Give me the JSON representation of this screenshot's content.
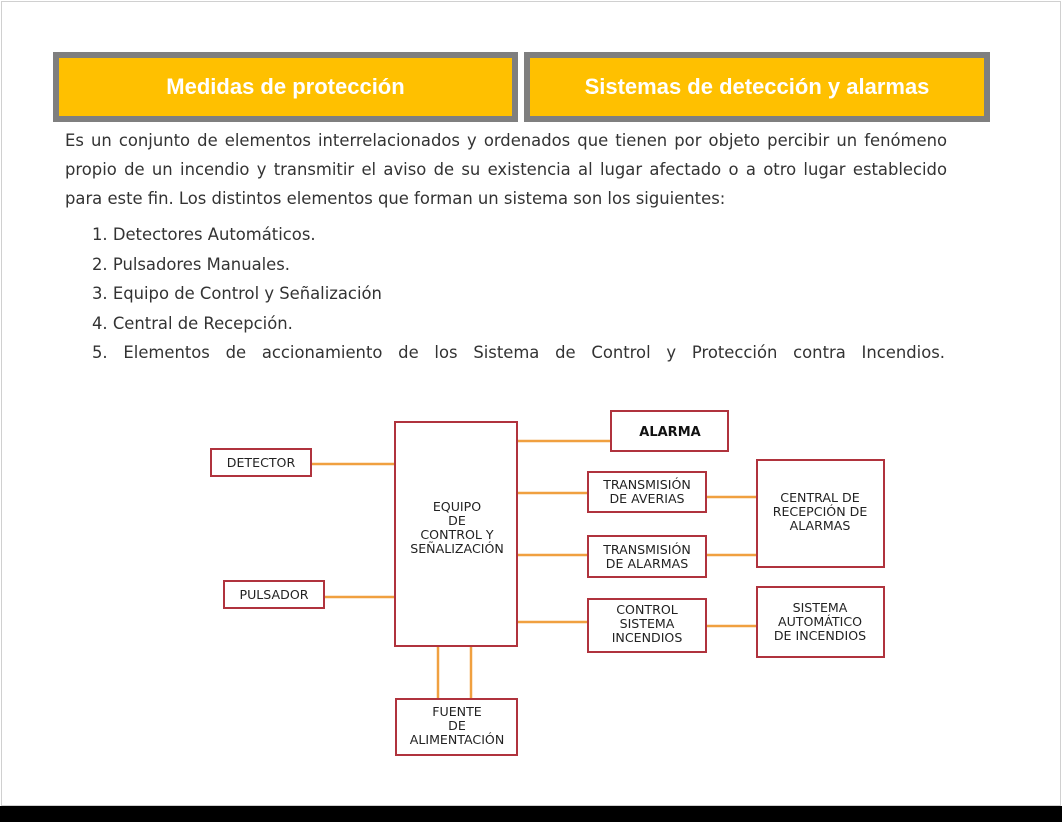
{
  "tabs": [
    {
      "label": "Medidas de protección"
    },
    {
      "label": "Sistemas de detección y alarmas"
    }
  ],
  "intro": "Es un conjunto de elementos interrelacionados y ordenados que tienen por objeto percibir un fenómeno propio de un incendio y transmitir el aviso de su existencia al lugar afectado o a otro lugar establecido para este fin. Los distintos elementos que forman un sistema son los siguientes:",
  "items": [
    "1. Detectores Automáticos.",
    "2. Pulsadores Manuales.",
    "3. Equipo de Control y Señalización",
    "4. Central de Recepción.",
    "5. Elementos de accionamiento de los Sistema de Control y  Protección contra Incendios."
  ],
  "diagram": {
    "detector": "DETECTOR",
    "pulsador": "PULSADOR",
    "equipo": [
      "EQUIPO",
      "DE",
      "CONTROL Y",
      "SEÑALIZACIÓN"
    ],
    "fuente": [
      "FUENTE",
      "DE",
      "ALIMENTACIÓN"
    ],
    "alarma": "ALARMA",
    "transmision_averias": [
      "TRANSMISIÓN",
      "DE AVERIAS"
    ],
    "transmision_alarmas": [
      "TRANSMISIÓN",
      "DE ALARMAS"
    ],
    "control_sistema": [
      "CONTROL",
      "SISTEMA",
      "INCENDIOS"
    ],
    "central": [
      "CENTRAL DE",
      "RECEPCIÓN DE",
      "ALARMAS"
    ],
    "sistema_auto": [
      "SISTEMA",
      "AUTOMÁTICO",
      "DE INCENDIOS"
    ],
    "box_color": "#b0333d",
    "line_color": "#f0a040"
  }
}
